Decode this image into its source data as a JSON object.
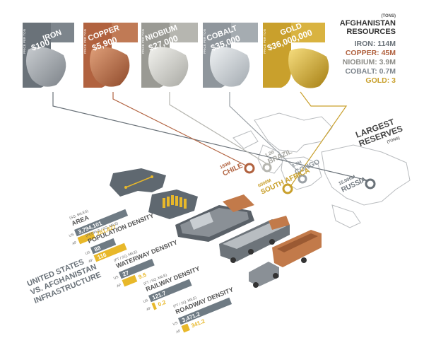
{
  "metals": [
    {
      "name": "IRON",
      "price_label": "PRICE PER TON",
      "price": "$100",
      "color": "#6a7279",
      "ore": "#9aa0a5"
    },
    {
      "name": "COPPER",
      "price_label": "PRICE PER TON",
      "price": "$5,900",
      "color": "#b1623f",
      "ore": "#c07a55"
    },
    {
      "name": "NIOBIUM",
      "price_label": "PRICE PER TON",
      "price": "$27,000",
      "color": "#9a9a94",
      "ore": "#cfcfca"
    },
    {
      "name": "COBALT",
      "price_label": "PRICE PER TON",
      "price": "$35,000",
      "color": "#8f969c",
      "ore": "#c5cbd0"
    },
    {
      "name": "GOLD",
      "price_label": "PRICE PER TON",
      "price": "$36,000,000",
      "color": "#c9a02c",
      "ore": "#d9b340"
    }
  ],
  "resources": {
    "unit": "(TONS)",
    "title_line1": "AFGHANISTAN",
    "title_line2": "RESOURCES",
    "items": [
      {
        "text": "IRON: 114M",
        "color": "#6a7279"
      },
      {
        "text": "COPPER: 45M",
        "color": "#b1623f"
      },
      {
        "text": "NIOBIUM: 3.9M",
        "color": "#8d8d88"
      },
      {
        "text": "COBALT: 0.7M",
        "color": "#7d858c"
      },
      {
        "text": "GOLD: 3",
        "color": "#c9a02c"
      }
    ]
  },
  "reserves": {
    "title_line1": "LARGEST",
    "title_line2": "RESERVES",
    "unit": "(TONS)",
    "places": [
      {
        "amount": "180M",
        "name": "CHILE",
        "color": "#b1623f"
      },
      {
        "amount": "1.2B",
        "name": "BRAZIL",
        "color": "#b6b6b0"
      },
      {
        "amount": "3.7M",
        "name": "CONGO",
        "color": "#9aa0a5"
      },
      {
        "amount": "6000M",
        "name": "SOUTH AFRICA",
        "color": "#c9a02c"
      },
      {
        "amount": "15.000M",
        "name": "RUSSIA",
        "color": "#6a7279"
      }
    ]
  },
  "infrastructure": {
    "title_line1": "UNITED STATES",
    "title_line2": "VS. AFGHANISTAN",
    "title_line3": "INFRASTRUCTURE",
    "us_label": "US",
    "af_label": "AF",
    "colors": {
      "us": "#6f7b84",
      "af": "#e8b82a"
    },
    "metrics": [
      {
        "unit": "(SQ. MILES)",
        "name": "AREA",
        "us": "3,794,101",
        "af": "251,827",
        "us_frac": 1.0,
        "af_frac": 0.3
      },
      {
        "unit": "(PEOPLE / SQ. MILE)",
        "name": "POPULATION DENSITY",
        "us": "88",
        "af": "116",
        "us_frac": 0.45,
        "af_frac": 0.6
      },
      {
        "unit": "(FT / SQ. MILE)",
        "name": "WATERWAY DENSITY",
        "us": "27",
        "af": "9.5",
        "us_frac": 0.65,
        "af_frac": 0.25
      },
      {
        "unit": "(FT / SQ. MILE)",
        "name": "RAILWAY DENSITY",
        "us": "121.7",
        "af": "0.2",
        "us_frac": 0.8,
        "af_frac": 0.03
      },
      {
        "unit": "(FT / SQ. MILE)",
        "name": "ROADWAY DENSITY",
        "us": "3,471.2",
        "af": "341.2",
        "us_frac": 1.0,
        "af_frac": 0.12
      }
    ]
  }
}
